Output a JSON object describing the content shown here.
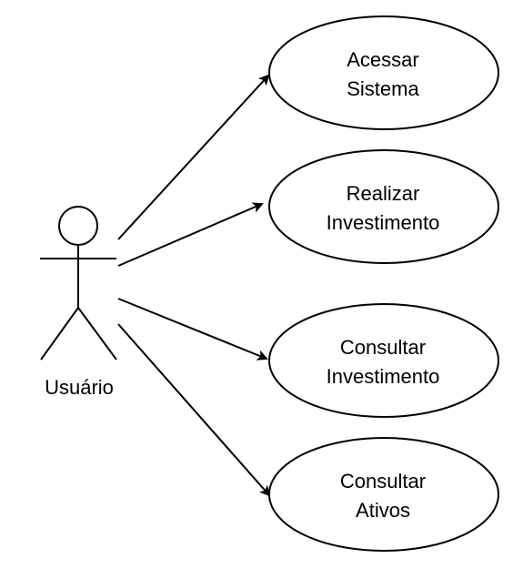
{
  "actor": {
    "label": "Usuário"
  },
  "use_cases": [
    {
      "line1": "Acessar",
      "line2": "Sistema"
    },
    {
      "line1": "Realizar",
      "line2": "Investimento"
    },
    {
      "line1": "Consultar",
      "line2": "Investimento"
    },
    {
      "line1": "Consultar",
      "line2": "Ativos"
    }
  ],
  "colors": {
    "stroke": "#000000",
    "fill": "#ffffff"
  }
}
